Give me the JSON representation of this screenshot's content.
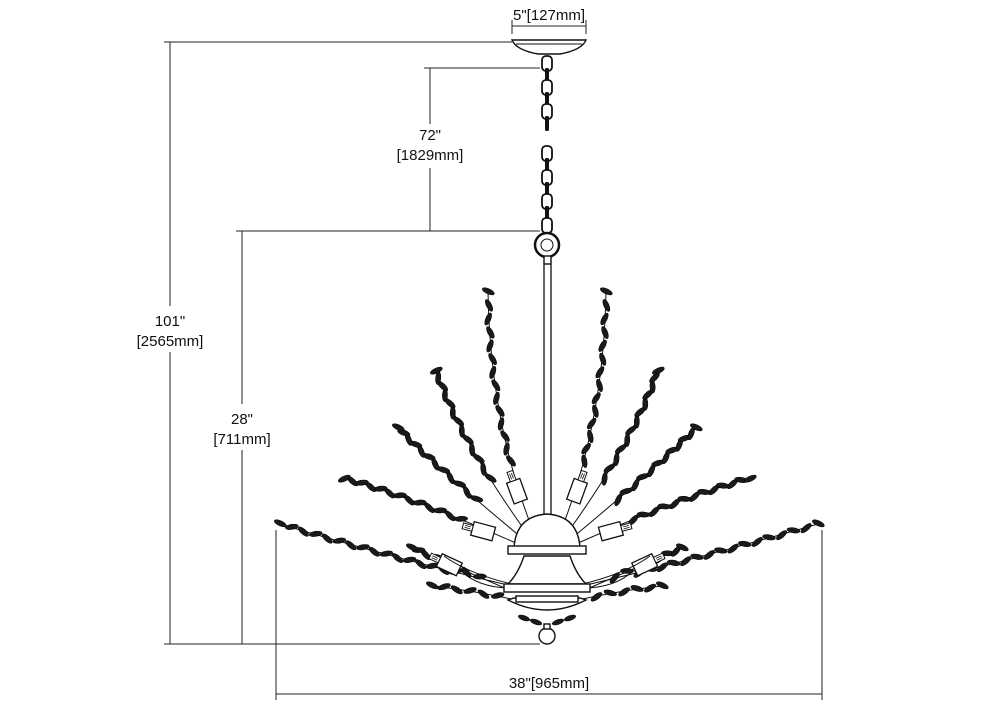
{
  "dimensions": {
    "canopy_width": "5\"[127mm]",
    "chain_length_in": "72\"",
    "chain_length_mm": "[1829mm]",
    "overall_height_in": "101\"",
    "overall_height_mm": "[2565mm]",
    "fixture_height_in": "28\"",
    "fixture_height_mm": "[711mm]",
    "fixture_width": "38\"[965mm]"
  },
  "colors": {
    "line": "#111111",
    "crystal": "#1a1a1a",
    "background": "#ffffff"
  }
}
